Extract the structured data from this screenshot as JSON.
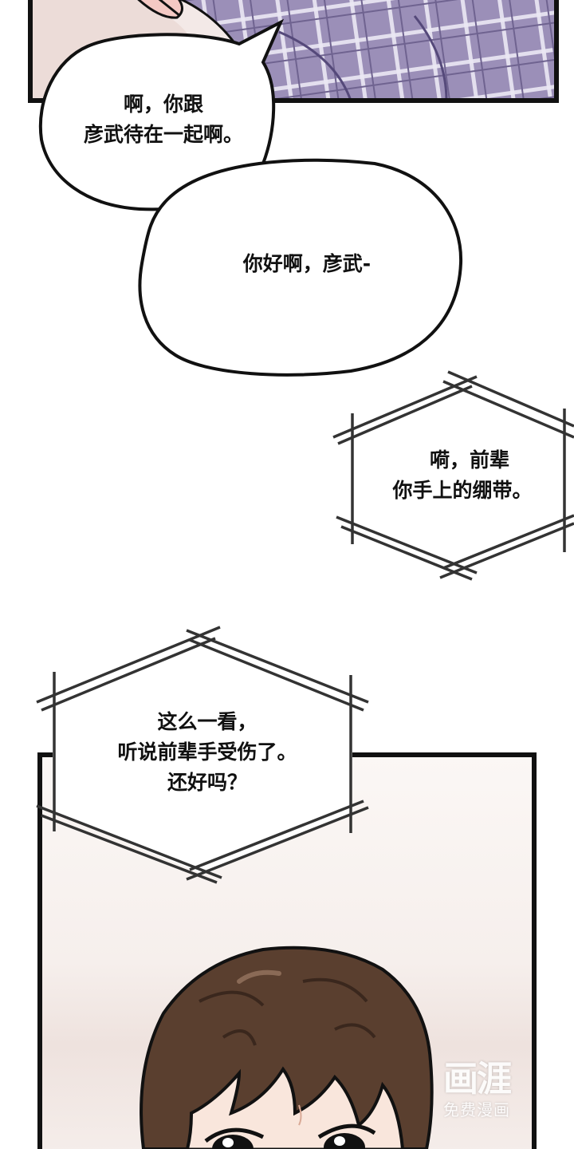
{
  "comic": {
    "bubbles": [
      {
        "id": "speech-1",
        "lines": [
          "啊，你跟",
          "彦武待在一起啊。"
        ]
      },
      {
        "id": "speech-2",
        "lines": [
          "你好啊，彦武-"
        ]
      },
      {
        "id": "thought-1",
        "lines": [
          "嗬，前辈",
          "你手上的绷带。"
        ]
      },
      {
        "id": "thought-2",
        "lines": [
          "这么一看，",
          "听说前辈手受伤了。",
          "还好吗？"
        ]
      }
    ],
    "watermark": {
      "logo": "画涯",
      "subtitle": "免费漫画"
    }
  },
  "colors": {
    "panel_border": "#111111",
    "plaid_base": "#9b8fb8",
    "plaid_line": "#ece8f4",
    "panel2_bg": "#f6efec",
    "hair": "#5a3f2f",
    "hair_dark": "#3a271d",
    "skin": "#f9e6dc"
  }
}
